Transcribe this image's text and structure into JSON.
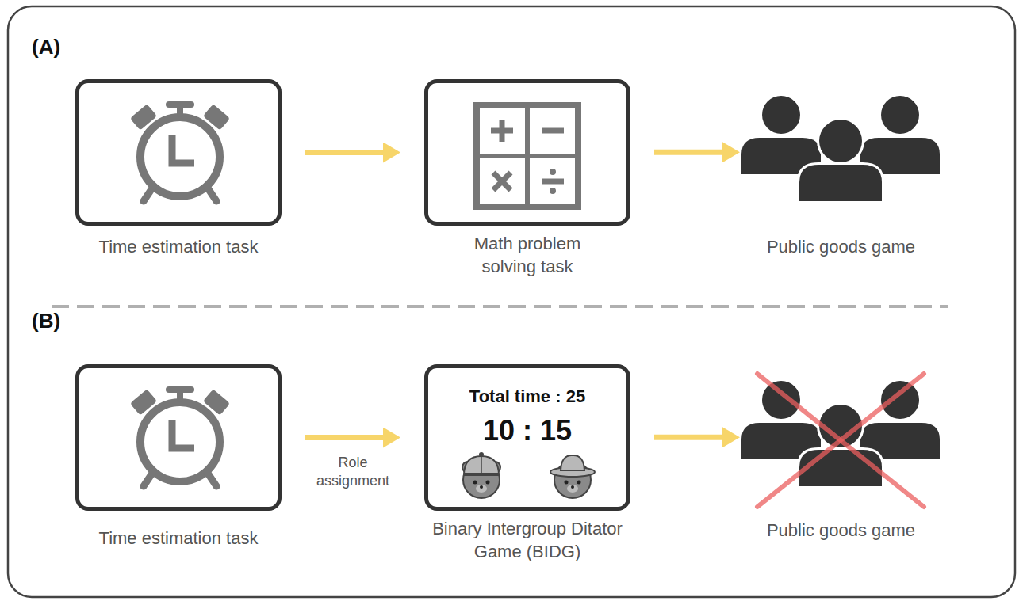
{
  "diagram": {
    "nodes": [
      {
        "text": [
          "Time estimation task"
        ]
      },
      {
        "text": [
          "Math problem solving task"
        ]
      },
      {
        "text": [
          "Public goods game"
        ]
      },
      {
        "text": [
          "Time estimation task"
        ]
      },
      {
        "text": [
          "Total time : 25",
          "10 : 15",
          "Binary Intergroup Ditator Game (BIDG)"
        ]
      },
      {
        "text": [
          "Public goods game"
        ]
      }
    ],
    "edges": [
      {
        "from": 0,
        "to": 1,
        "arrow": "to"
      },
      {
        "from": 1,
        "to": 2,
        "arrow": "to"
      },
      {
        "from": 3,
        "to": 4,
        "label": "Role assignment",
        "arrow": "to"
      },
      {
        "from": 4,
        "to": 5,
        "arrow": "to"
      }
    ],
    "labels": [
      "(A)",
      "(B)"
    ]
  }
}
